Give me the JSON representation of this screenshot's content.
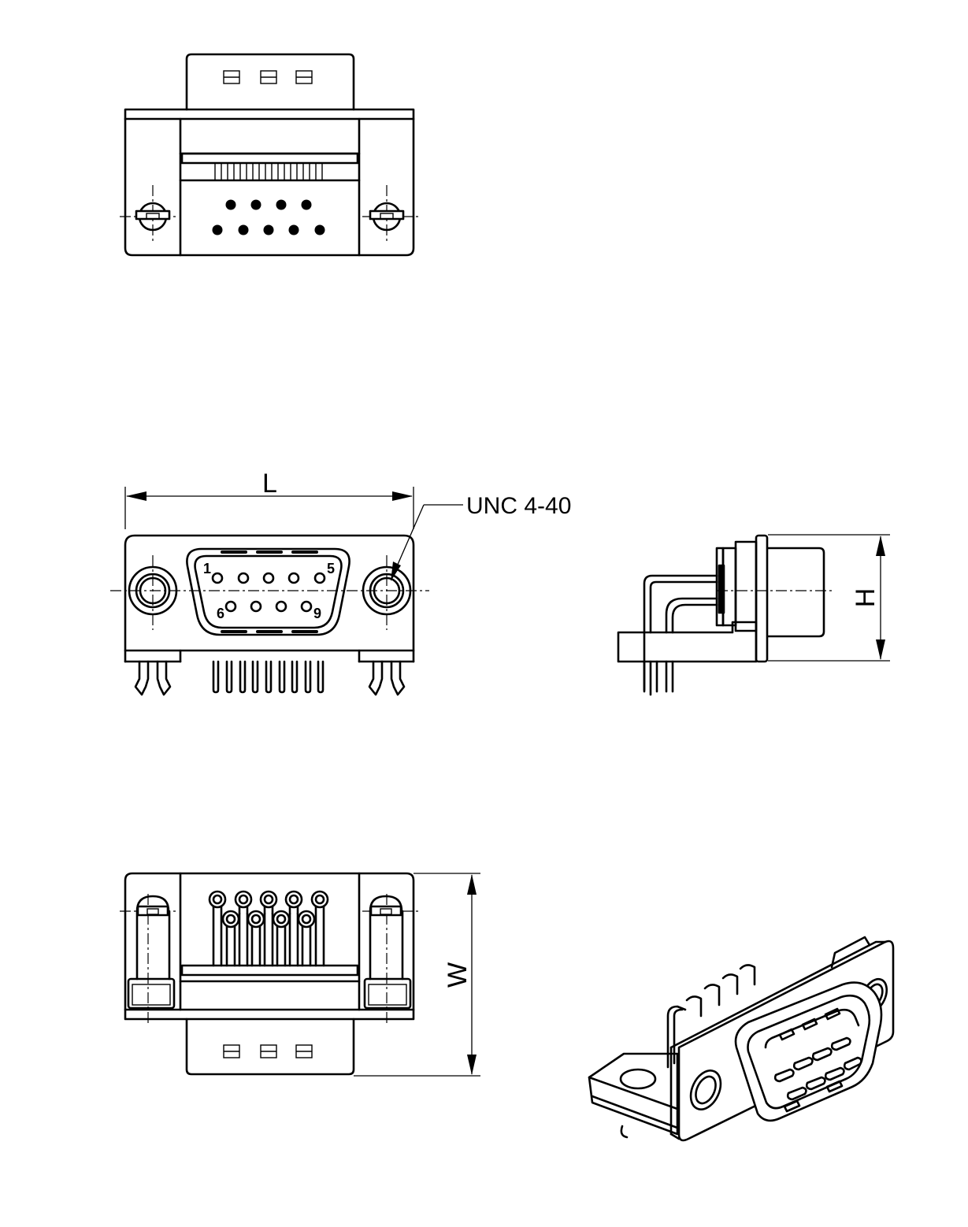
{
  "dimensions": {
    "length_label": "L",
    "height_label": "H",
    "width_label": "W"
  },
  "callouts": {
    "thread": "UNC 4-40"
  },
  "pin_numbers": {
    "first": "1",
    "fifth": "5",
    "sixth": "6",
    "ninth": "9"
  },
  "views": [
    "top-view",
    "front-view",
    "side-view",
    "bottom-view",
    "isometric-view"
  ]
}
